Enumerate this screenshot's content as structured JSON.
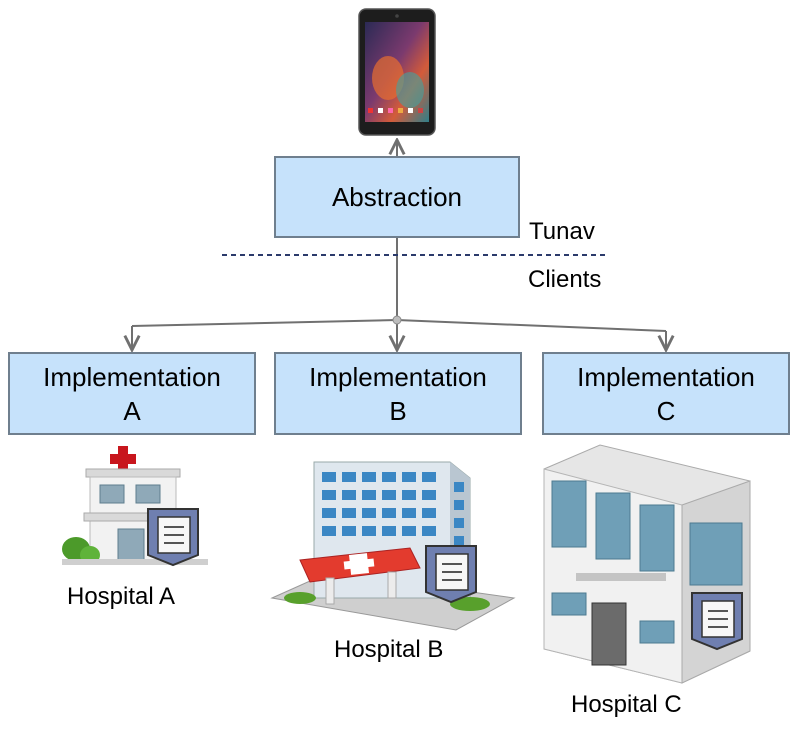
{
  "device": {
    "icon": "tablet-device-icon"
  },
  "abstraction": {
    "label": "Abstraction"
  },
  "divider": {
    "above_label": "Tunav",
    "below_label": "Clients"
  },
  "implementations": [
    {
      "line1": "Implementation",
      "line2": "A",
      "hospital": "Hospital A",
      "icon": "small-hospital-icon"
    },
    {
      "line1": "Implementation",
      "line2": "B",
      "hospital": "Hospital B",
      "icon": "hospital-building-icon"
    },
    {
      "line1": "Implementation",
      "line2": "C",
      "hospital": "Hospital C",
      "icon": "large-hospital-building-icon"
    }
  ],
  "colors": {
    "box_fill": "#c6e2fb",
    "box_border": "#6f7f8e",
    "divider": "#2b3a6b",
    "connector": "#707070"
  }
}
